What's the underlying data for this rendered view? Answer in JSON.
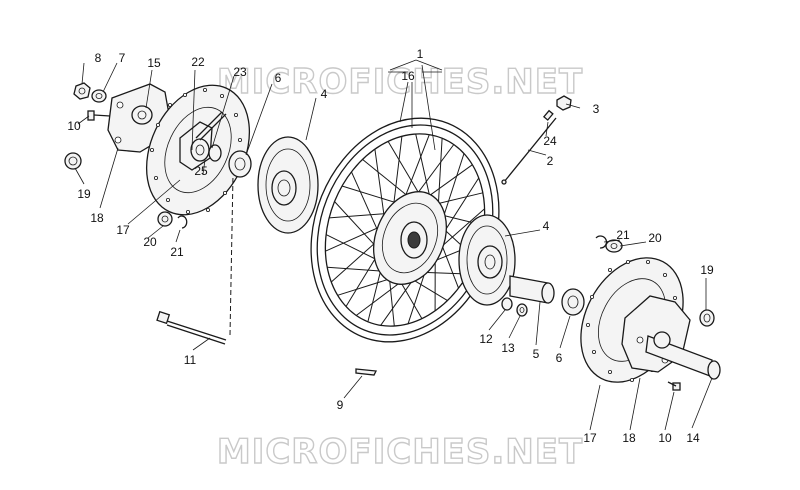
{
  "watermark": {
    "top": "MICROFICHES.NET",
    "bottom": "MICROFICHES.NET"
  },
  "callouts": {
    "c1": "1",
    "c2": "2",
    "c3": "3",
    "c4a": "4",
    "c4b": "4",
    "c5": "5",
    "c6a": "6",
    "c6b": "6",
    "c7": "7",
    "c8": "8",
    "c9": "9",
    "c10a": "10",
    "c10b": "10",
    "c11": "11",
    "c12": "12",
    "c13": "13",
    "c14": "14",
    "c15": "15",
    "c16": "16",
    "c17a": "17",
    "c17b": "17",
    "c18a": "18",
    "c18b": "18",
    "c19a": "19",
    "c19b": "19",
    "c20a": "20",
    "c20b": "20",
    "c21a": "21",
    "c21b": "21",
    "c22": "22",
    "c23": "23",
    "c24": "24",
    "c25": "25"
  }
}
